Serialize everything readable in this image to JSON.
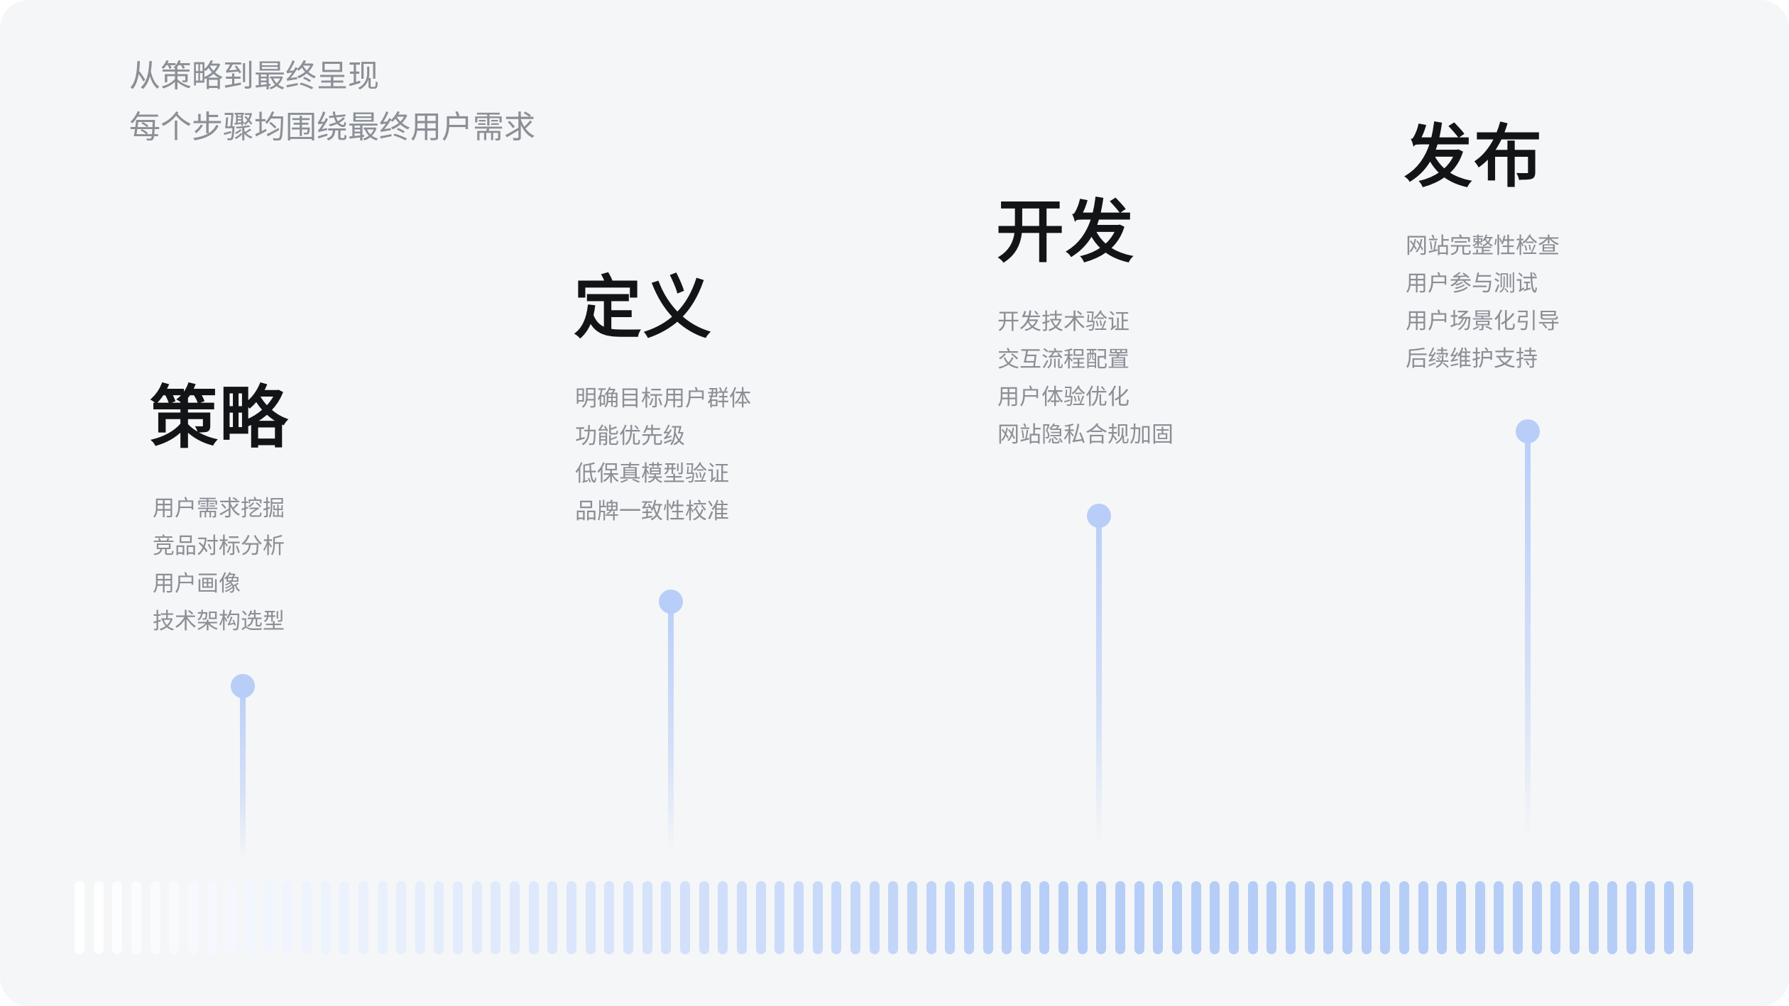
{
  "page": {
    "subtitle": "从策略到最终呈现\n每个步骤均围绕最终用户需求"
  },
  "stages": [
    {
      "title": "策略",
      "items": [
        "用户需求挖掘",
        "竞品对标分析",
        "用户画像",
        "技术架构选型"
      ]
    },
    {
      "title": "定义",
      "items": [
        "明确目标用户群体",
        "功能优先级",
        "低保真模型验证",
        "品牌一致性校准"
      ]
    },
    {
      "title": "开发",
      "items": [
        "开发技术验证",
        "交互流程配置",
        "用户体验优化",
        "网站隐私合规加固"
      ]
    },
    {
      "title": "发布",
      "items": [
        "网站完整性检查",
        "用户参与测试",
        "用户场景化引导",
        "后续维护支持"
      ]
    }
  ],
  "decor": {
    "background_color": "#f5f6f7",
    "heading_color": "#131417",
    "muted_text_color": "#8b8f96",
    "accent_blue": "#b6cdf8",
    "bar_start_color": "#ffffff",
    "bar_count": 86
  }
}
